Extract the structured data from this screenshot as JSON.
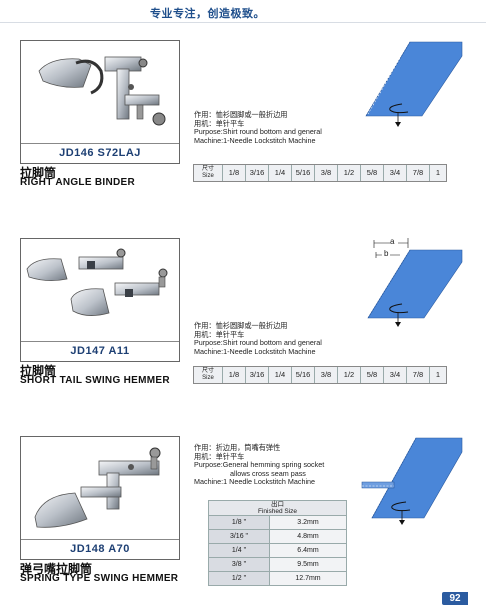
{
  "header": {
    "slogan": "专业专注，创造极致。"
  },
  "products": [
    {
      "model": "JD146  S72LAJ",
      "title_cn": "拉脚筒",
      "title_en": "RIGHT ANGLE BINDER",
      "info": [
        "作用：恤衫圆脚或一般折边用",
        "用机：单针平车",
        "Purpose:Shirt round bottom and general",
        "Machine:1-Needle Lockstitch  Machine"
      ],
      "size_label": [
        "尺寸",
        "Size"
      ],
      "sizes": [
        "1/8",
        "3/16",
        "1/4",
        "5/16",
        "3/8",
        "1/2",
        "5/8",
        "3/4",
        "7/8",
        "1"
      ]
    },
    {
      "model": "JD147  A11",
      "title_cn": "拉脚筒",
      "title_en": "SHORT TAIL SWING HEMMER",
      "info": [
        "作用：恤衫圆脚或一般折边用",
        "用机：单针平车",
        "Purpose:Shirt round bottom and general",
        "Machine:1-Needle Lockstitch  Machine"
      ],
      "size_label": [
        "尺寸",
        "Size"
      ],
      "sizes": [
        "1/8",
        "3/16",
        "1/4",
        "5/16",
        "3/8",
        "1/2",
        "5/8",
        "3/4",
        "7/8",
        "1"
      ],
      "diagram_labels": [
        "a",
        "b"
      ]
    },
    {
      "model": "JD148  A70",
      "title_cn": "弹弓嘴拉脚筒",
      "title_en": "SPRING TYPE SWING HEMMER",
      "info": [
        "作用：折边用，筒嘴有弹性",
        "用机：单针平车",
        "Purpose:General hemming spring socket",
        "allows cross seam pass",
        "Machine:1 Needle Lockstitch Machine"
      ],
      "finished": {
        "header": [
          "出口",
          "Finished Size"
        ],
        "rows": [
          [
            "1/8 \"",
            "3.2mm"
          ],
          [
            "3/16 \"",
            "4.8mm"
          ],
          [
            "1/4 \"",
            "6.4mm"
          ],
          [
            "3/8 \"",
            "9.5mm"
          ],
          [
            "1/2 \"",
            "12.7mm"
          ]
        ]
      }
    }
  ],
  "footer": {
    "page_number": "92"
  },
  "colors": {
    "accent_blue": "#2b5ba0",
    "fabric_blue": "#4a86d8",
    "model_text": "#1d3f73",
    "strip_red": "#c8102e"
  },
  "icons": [
    "binder-photo",
    "hemmer-photo",
    "spring-hemmer-photo",
    "fold-diagram"
  ]
}
